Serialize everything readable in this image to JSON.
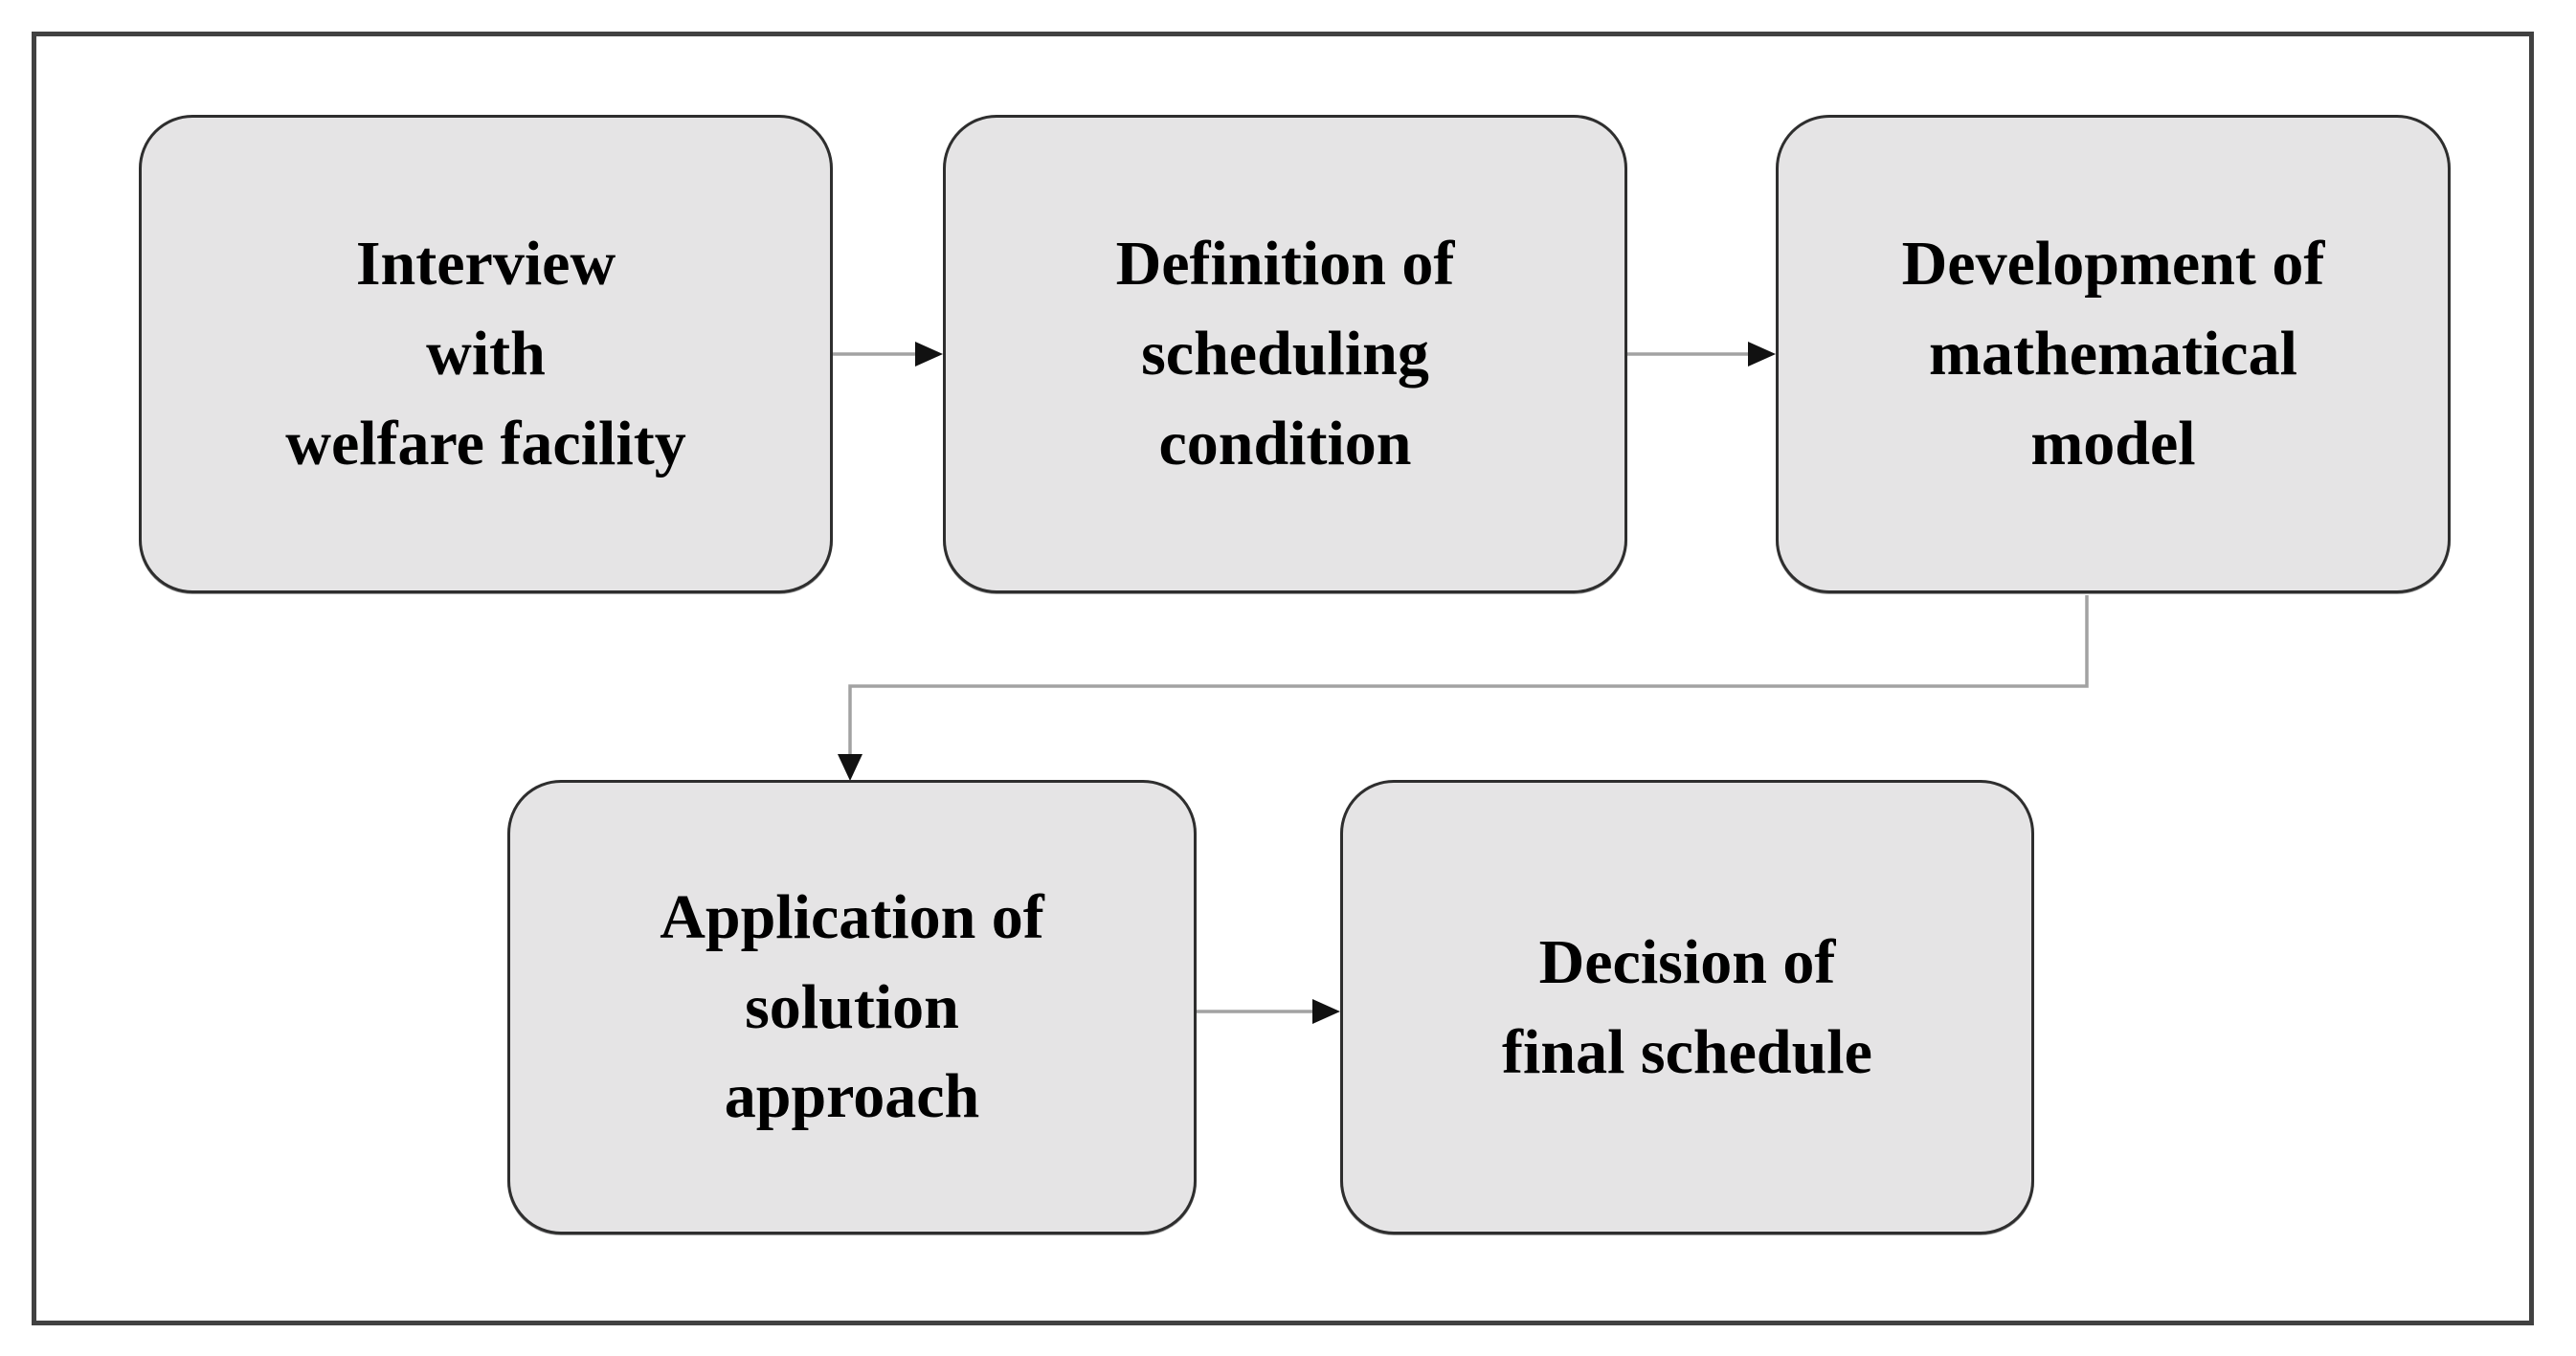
{
  "diagram": {
    "type": "flowchart",
    "nodes": [
      {
        "id": "interview",
        "label": "Interview\nwith\nwelfare facility"
      },
      {
        "id": "definition",
        "label": "Definition of\nscheduling\ncondition"
      },
      {
        "id": "development",
        "label": "Development of\nmathematical\nmodel"
      },
      {
        "id": "application",
        "label": "Application of\nsolution\napproach"
      },
      {
        "id": "decision",
        "label": "Decision of\nfinal schedule"
      }
    ],
    "edges": [
      {
        "from": "interview",
        "to": "definition",
        "style": "straight-right-arrow"
      },
      {
        "from": "definition",
        "to": "development",
        "style": "straight-right-arrow"
      },
      {
        "from": "development",
        "to": "application",
        "style": "elbow-down-left-down-arrow"
      },
      {
        "from": "application",
        "to": "decision",
        "style": "straight-right-arrow"
      }
    ],
    "colors": {
      "background": "#ffffff",
      "frame_border": "#414141",
      "node_fill": "#e5e4e5",
      "node_border": "#2e2e2e",
      "connector_line": "#a2a2a2",
      "arrowhead": "#111111",
      "text": "#000000"
    }
  }
}
